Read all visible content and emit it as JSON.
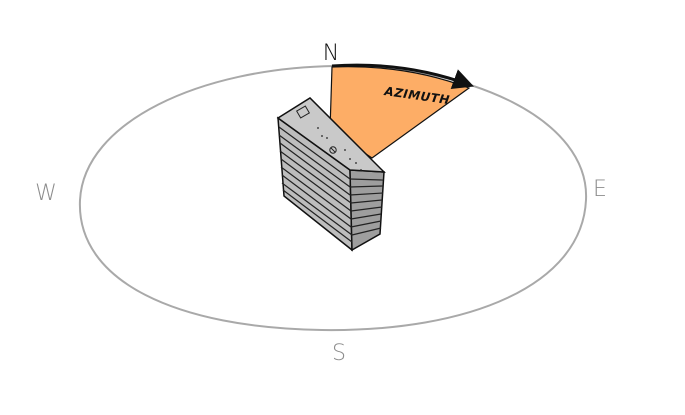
{
  "compass": {
    "north": "N",
    "south": "S",
    "east": "E",
    "west": "W"
  },
  "azimuth": {
    "label": "AZIMUTH"
  },
  "colors": {
    "horizon": "#a9a9a9",
    "compass_text": "#8c8c8c",
    "north_text": "#111111",
    "wedge_fill": "#fdad66",
    "outline": "#111111",
    "building_face": "#bdbdbd",
    "building_top": "#c9c9c9",
    "building_side": "#9e9e9e"
  }
}
